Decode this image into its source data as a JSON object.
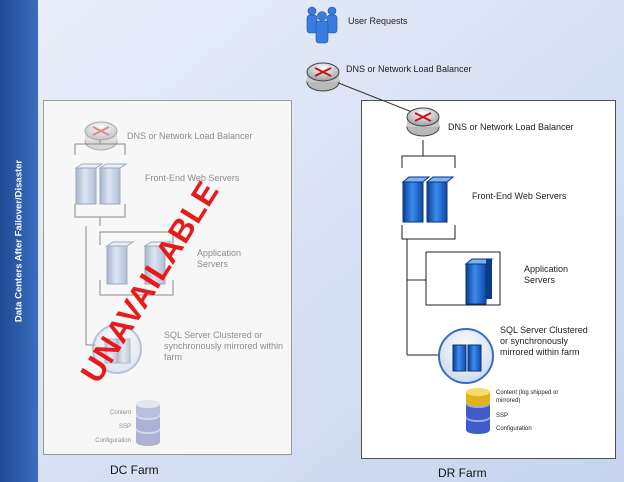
{
  "side_title": "Data Centers After Failover/Disaster",
  "top": {
    "users_label": "User Requests",
    "lb_label": "DNS or Network Load Balancer"
  },
  "dc_farm": {
    "title": "DC Farm",
    "status": "UNAVAILABLE",
    "lb_label": "DNS or Network Load Balancer",
    "web_label": "Front-End Web Servers",
    "app_label": "Application Servers",
    "sql_label": "SQL Server Clustered or synchronously mirrored within farm",
    "db_labels": [
      "Content",
      "SSP",
      "Configuration"
    ]
  },
  "dr_farm": {
    "title": "DR Farm",
    "lb_label": "DNS or Network Load Balancer",
    "web_label": "Front-End Web Servers",
    "app_label": "Application Servers",
    "sql_label": "SQL Server Clustered or synchronously mirrored within farm",
    "db_labels": [
      "Content (log shipped or mirrored)",
      "SSP",
      "Configuration"
    ]
  },
  "colors": {
    "side_band": "#1f4a93",
    "canvas": "#dbe3f5",
    "server_blue": "#1f6ed4",
    "server_gray": "#b8c4d8",
    "unavailable": "#e81010",
    "db_gold": "#f0c020",
    "db_blue": "#3d5cc8"
  }
}
